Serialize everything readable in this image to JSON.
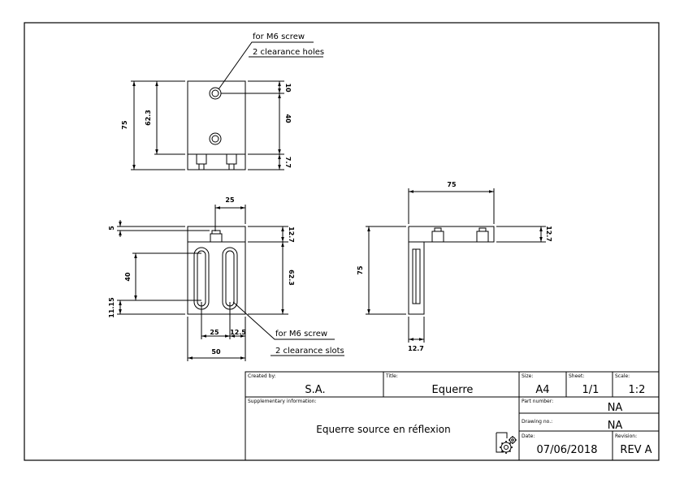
{
  "views": {
    "top": {
      "dims": {
        "d75": "75",
        "d62_3": "62.3",
        "d10": "10",
        "d40": "40",
        "d7_7": "7.7"
      }
    },
    "front": {
      "dims": {
        "d25_top": "25",
        "d5": "5",
        "d12_7": "12.7",
        "d62_3": "62.3",
        "d40": "40",
        "d11_15": "11.15",
        "d25_bot": "25",
        "d12_5": "12.5",
        "d50": "50"
      }
    },
    "side": {
      "dims": {
        "d75_h": "75",
        "d12_7_r": "12.7",
        "d75_v": "75",
        "d12_7_b": "12.7"
      }
    }
  },
  "notes": {
    "holes_line1": "for M6 screw",
    "holes_line2": "2 clearance holes",
    "slots_line1": "for M6 screw",
    "slots_line2": "2 clearance slots"
  },
  "title_block": {
    "created_by_label": "Created by:",
    "created_by": "S.A.",
    "title_label": "Title:",
    "title": "Equerre",
    "size_label": "Size:",
    "size": "A4",
    "sheet_label": "Sheet:",
    "sheet": "1/1",
    "scale_label": "Scale:",
    "scale": "1:2",
    "supp_label": "Supplementary information:",
    "supp": "Equerre source en réflexion",
    "part_number_label": "Part number:",
    "part_number": "NA",
    "drawing_no_label": "Drawing no.:",
    "drawing_no": "NA",
    "date_label": "Date:",
    "date": "07/06/2018",
    "revision_label": "Revision:",
    "revision": "REV A"
  },
  "icons": {
    "logo": "gears-icon"
  }
}
